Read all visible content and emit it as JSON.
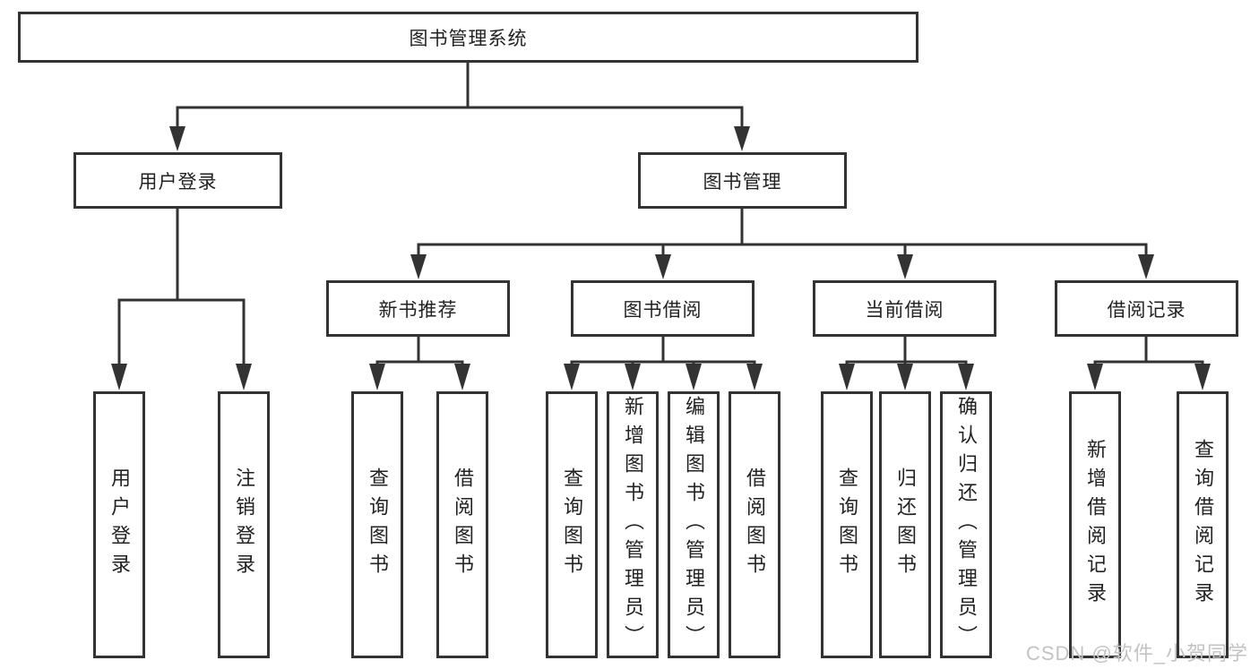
{
  "root": {
    "label": "图书管理系统"
  },
  "branches": [
    {
      "label": "用户登录",
      "children": [
        {
          "label": "用户登录"
        },
        {
          "label": "注销登录"
        }
      ]
    },
    {
      "label": "图书管理",
      "children": [
        {
          "label": "新书推荐",
          "children": [
            {
              "label": "查询图书"
            },
            {
              "label": "借阅图书"
            }
          ]
        },
        {
          "label": "图书借阅",
          "children": [
            {
              "label": "查询图书"
            },
            {
              "label": "新增图书（管理员）"
            },
            {
              "label": "编辑图书（管理员）"
            },
            {
              "label": "借阅图书"
            }
          ]
        },
        {
          "label": "当前借阅",
          "children": [
            {
              "label": "查询图书"
            },
            {
              "label": "归还图书"
            },
            {
              "label": "确认归还（管理员）"
            }
          ]
        },
        {
          "label": "借阅记录",
          "children": [
            {
              "label": "新增借阅记录"
            },
            {
              "label": "查询借阅记录"
            }
          ]
        }
      ]
    }
  ],
  "watermark": {
    "text": "CSDN @软件_小贺同学"
  },
  "colors": {
    "line": "#333333",
    "text": "#222222",
    "background": "#ffffff",
    "watermark": "#c3c3c3"
  }
}
